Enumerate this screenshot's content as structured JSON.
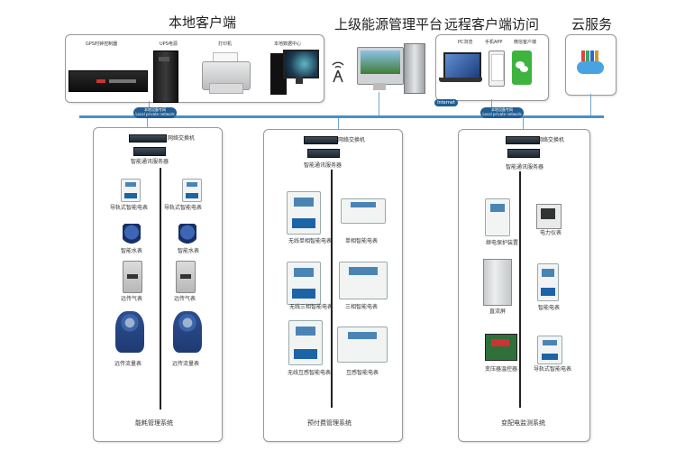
{
  "headers": {
    "local_client": "本地客户端",
    "energy_platform": "上级能源管理平台",
    "remote_client": "远程客户端访问",
    "cloud": "云服务"
  },
  "local_devices": {
    "gps": "GPS时钟控制器",
    "ups": "UPS电源",
    "printer": "打印机",
    "data_center": "本地数据中心"
  },
  "remote_devices": {
    "pc": "PC浏览",
    "mobile_app": "手机APP",
    "wechat": "微信客户端"
  },
  "network": {
    "lan_left": "本地设备专网",
    "lan_left_sub": "Local private network",
    "lan_right": "本地设备专网",
    "lan_right_sub": "Local private network",
    "internet": "Internet"
  },
  "common": {
    "switch": "网络交换机",
    "server_1": "智能通讯服务器",
    "server_2": "智能通讯服务器",
    "server_3": "智能通讯服务器"
  },
  "panel1": {
    "system": "能耗管理系统",
    "left_items": [
      "导轨式智能电表",
      "智能水表",
      "远传气表",
      "远传流量表"
    ],
    "right_items": [
      "导轨式智能电表",
      "智能水表",
      "远传气表",
      "远传流量表"
    ]
  },
  "panel2": {
    "system": "预付费管理系统",
    "left_items": [
      "无线单相智能电表",
      "无线三相智能电表",
      "无线互感智能电表"
    ],
    "right_items": [
      "单相智能电表",
      "三相智能电表",
      "互感智能电表"
    ]
  },
  "panel3": {
    "system": "变配电监测系统",
    "left_items": [
      "继电保护装置",
      "直流屏",
      "变压器温控器"
    ],
    "right_items": [
      "电力仪表",
      "智能电表",
      "导轨式智能电表"
    ]
  }
}
